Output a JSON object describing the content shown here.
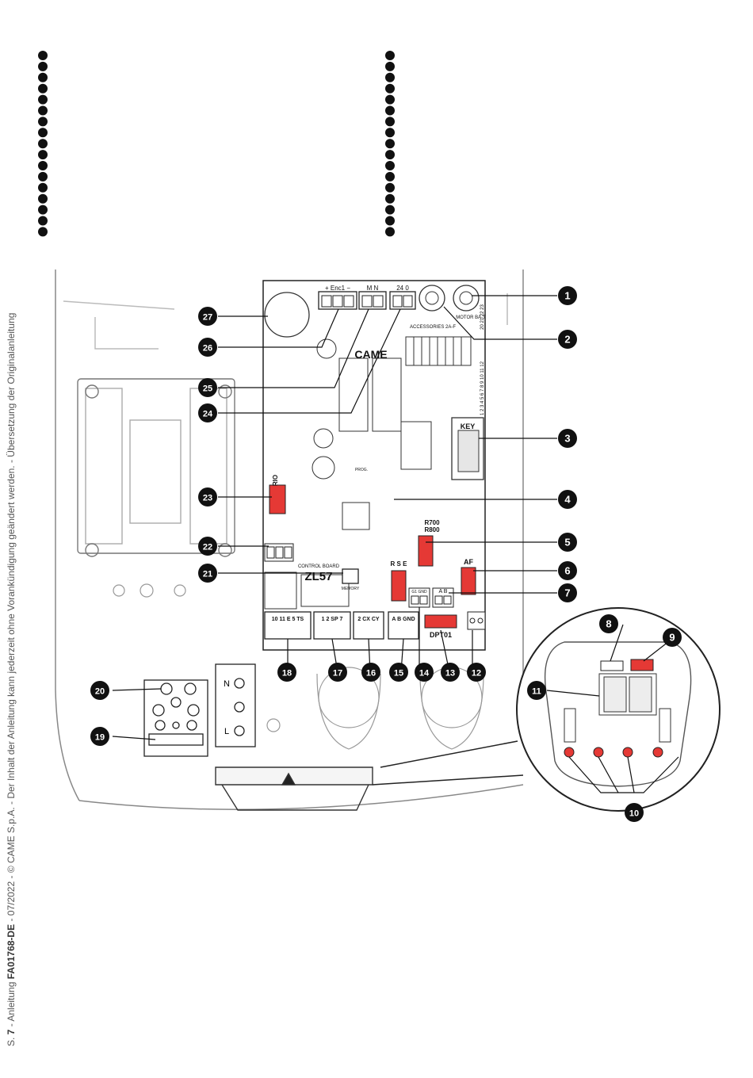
{
  "side_note": {
    "prefix": "S. ",
    "page": "7",
    "middle": " - Anleitung ",
    "code": "FA01768-DE",
    "rest": " - 07/2022 - © CAME S.p.A. - Der Inhalt der Anleitung kann jederzeit ohne Vorankündigung geändert werden. - Übersetzung der Originalanleitung"
  },
  "board": {
    "model_caption": "CONTROL BOARD",
    "model": "ZL57",
    "brand": "CAME",
    "labels": {
      "enc": "+  Enc1  −",
      "motor": "M    N",
      "supply": "24    0",
      "motor_type": "MOTOR BA-T",
      "accessories": "ACCESSORIES 2A-F",
      "key": "KEY",
      "r700": "R700",
      "r800": "R800",
      "af": "AF",
      "rio": "RIO",
      "rse": "R S E",
      "prog": "PROG.",
      "memory": "MEMORY",
      "dpt": "DPT01",
      "gnd_pair": "G1 GND",
      "ab_pair": "A  B",
      "term_18": "10 11  E  5  TS",
      "term_17": "1  2  SP  7",
      "term_16": "2  CX CY",
      "term_15": "A   B GND",
      "mains_n": "N",
      "mains_l": "L",
      "strip_numbers": "1 2 3 4 5 6 7 8 9 10 11 12",
      "strip_numbers_top": "20 21 22 23"
    }
  },
  "callouts": [
    "1",
    "2",
    "3",
    "4",
    "5",
    "6",
    "7",
    "8",
    "9",
    "10",
    "11",
    "12",
    "13",
    "14",
    "15",
    "16",
    "17",
    "18",
    "19",
    "20",
    "21",
    "22",
    "23",
    "24",
    "25",
    "26",
    "27"
  ],
  "colors": {
    "connector": "#e53935",
    "line": "#1a1a1a",
    "badge": "#111111",
    "faint": "#9a9a9a"
  }
}
